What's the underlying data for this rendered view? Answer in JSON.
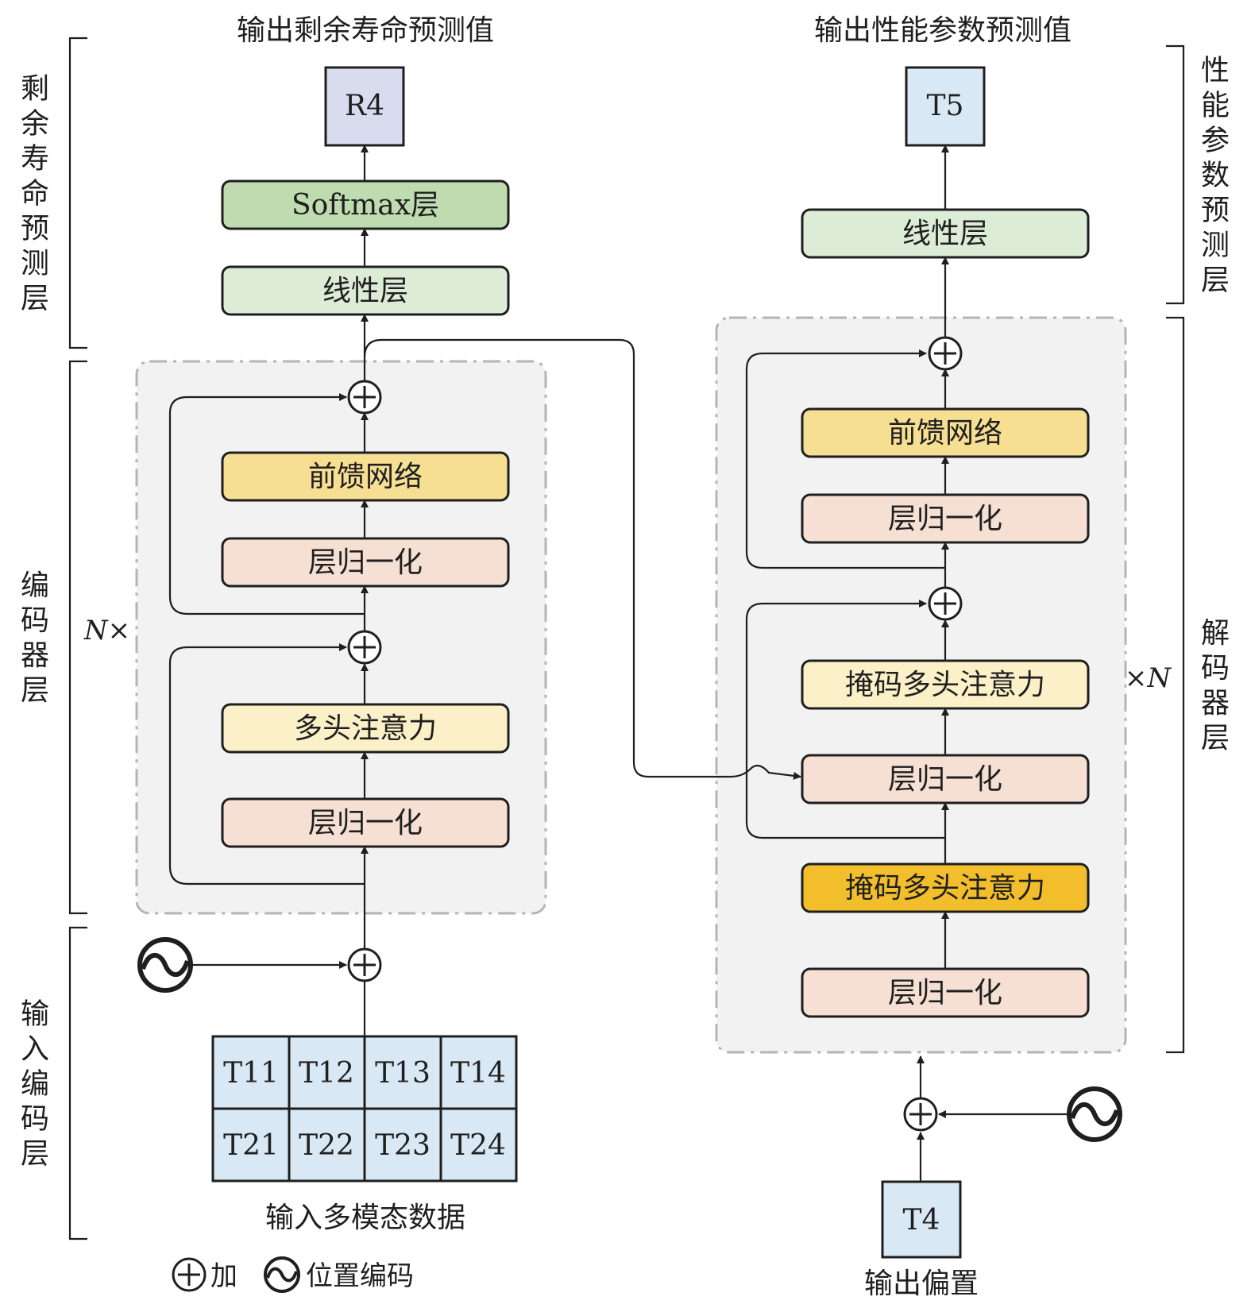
{
  "titles": {
    "rul_output": "输出剩余寿命预测值",
    "perf_output": "输出性能参数预测值"
  },
  "side_labels": {
    "rul_layer": "剩余寿命预测层",
    "encoder_layer": "编码器层",
    "input_layer": "输入编码层",
    "perf_layer": "性能参数预测层",
    "decoder_layer": "解码器层"
  },
  "repeat": {
    "encoder": "N×",
    "decoder": "×N"
  },
  "outputs": {
    "r4": "R4",
    "t5": "T5"
  },
  "left_stack": {
    "softmax": "Softmax层",
    "linear": "线性层",
    "ffn": "前馈网络",
    "norm2": "层归一化",
    "mha": "多头注意力",
    "norm1": "层归一化"
  },
  "right_stack": {
    "linear": "线性层",
    "ffn": "前馈网络",
    "norm3": "层归一化",
    "masked_mha2": "掩码多头注意力",
    "norm2": "层归一化",
    "masked_mha1": "掩码多头注意力",
    "norm1": "层归一化"
  },
  "input_grid": [
    [
      "T11",
      "T12",
      "T13",
      "T14"
    ],
    [
      "T21",
      "T22",
      "T23",
      "T24"
    ]
  ],
  "input_caption": "输入多模态数据",
  "decoder_input": {
    "label": "T4",
    "caption": "输出偏置"
  },
  "legend": {
    "add": "加",
    "pos_enc": "位置编码"
  },
  "colors": {
    "output_r4": "#d9dcef",
    "output_t5": "#d8e8f4",
    "softmax": "#bfdcb0",
    "linear": "#dcecd6",
    "ffn": "#f6df93",
    "norm": "#f6e0d4",
    "mha": "#fbf0c7",
    "masked_mha_strong": "#f3be2c",
    "input_cell": "#d8e8f4",
    "block_bg": "#f2f2f2",
    "block_border": "#b4b4b4"
  }
}
